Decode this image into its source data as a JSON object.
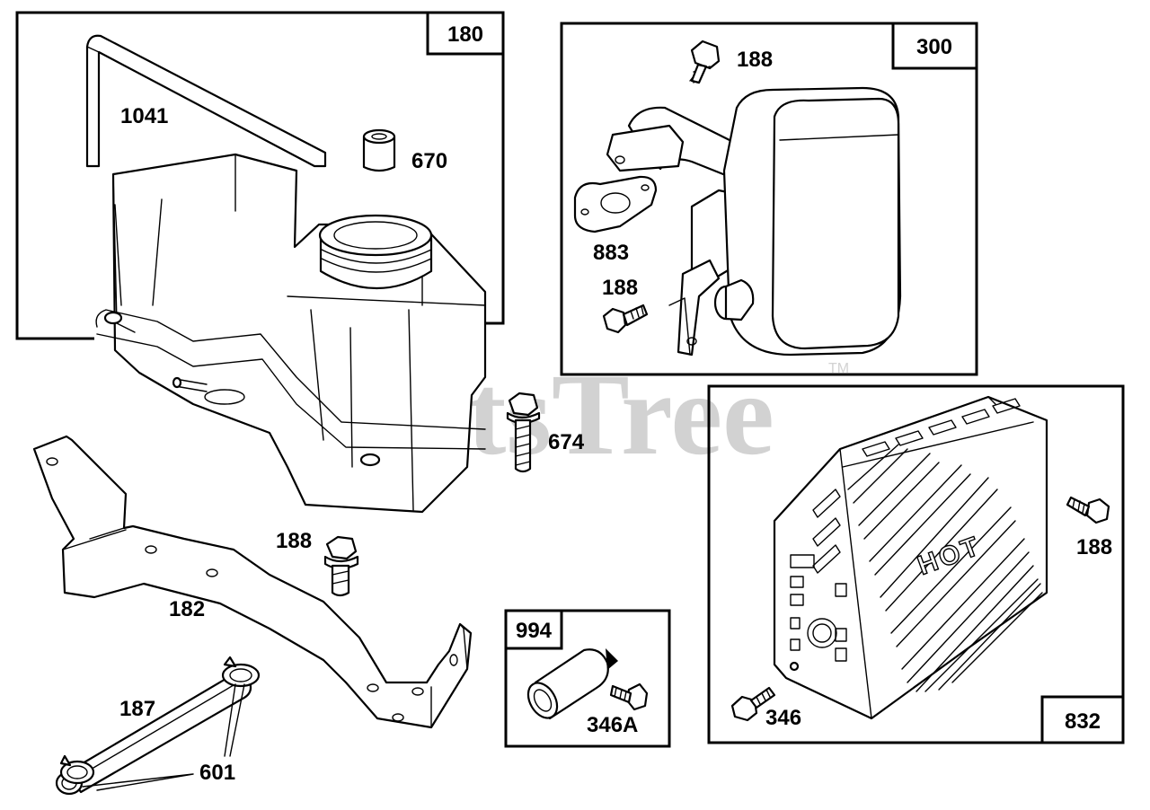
{
  "watermark": {
    "text": "PartsTree",
    "trademark": "TM"
  },
  "kits": [
    {
      "id": "kit-180",
      "number": "180"
    },
    {
      "id": "kit-300",
      "number": "300"
    },
    {
      "id": "kit-832",
      "number": "832"
    },
    {
      "id": "kit-994",
      "number": "994"
    }
  ],
  "callouts": {
    "p1041": "1041",
    "p670": "670",
    "p188_muffler_top": "188",
    "p883": "883",
    "p188_muffler_bottom": "188",
    "p674": "674",
    "p188_guard": "188",
    "p188_bracket": "188",
    "p182": "182",
    "p187": "187",
    "p601": "601",
    "p346A": "346A",
    "p346": "346",
    "p_hot": "HOT"
  }
}
